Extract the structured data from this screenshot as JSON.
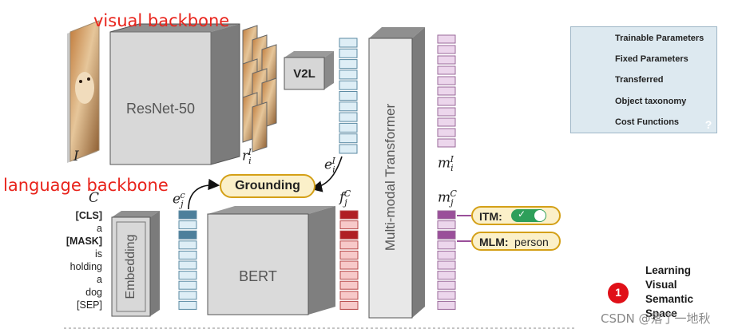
{
  "annotations": {
    "visual_backbone": "visual backbone",
    "language_backbone": "language backbone"
  },
  "labels": {
    "image": "I",
    "caption": "C",
    "resnet": "ResNet-50",
    "bert": "BERT",
    "embedding": "Embedding",
    "v2l": "V2L",
    "grounding": "Grounding",
    "transformer": "Multi-modal Transformer",
    "region_sym": "r",
    "region_sub": "i",
    "region_sup": "I",
    "ei_sym": "e",
    "ei_sub": "i",
    "ei_sup": "I",
    "ej_sym": "e",
    "ej_sub": "j",
    "ej_sup": "c",
    "fj_sym": "f",
    "fj_sub": "j",
    "fj_sup": "C",
    "mi_sym": "m",
    "mi_sub": "i",
    "mi_sup": "I",
    "mj_sym": "m",
    "mj_sub": "j",
    "mj_sup": "C"
  },
  "tokens": [
    "[CLS]",
    "a",
    "[MASK]",
    "is",
    "holding",
    "a",
    "dog",
    "[SEP]"
  ],
  "cost_functions": {
    "itm_label": "ITM:",
    "mlm_label": "MLM:",
    "mlm_value": "person"
  },
  "legend": {
    "items": [
      "Trainable Parameters",
      "Fixed Parameters",
      "Transferred",
      "Object taxonomy",
      "Cost Functions"
    ],
    "help": "?"
  },
  "step": {
    "number": "1",
    "lines": [
      "Learning",
      "Visual",
      "Semantic",
      "Space"
    ]
  },
  "watermark": "CSDN @落了一地秋",
  "colors": {
    "annotation": "#e8231b",
    "visual_cell": "#deeef6",
    "visual_cell_border": "#5b8aa3",
    "embed_cell_dark": "#4d7f9b",
    "text_cell_dark": "#b01f24",
    "text_cell_light": "#f7c9c9",
    "out_cell": "#ecd6ec",
    "out_cell_dark": "#9a4f9a",
    "pill_fill": "#fbf0c9",
    "pill_border": "#d4a017",
    "legend_bg": "#dde9f0",
    "toggle_on": "#2e9f5a",
    "step_badge": "#e01018"
  }
}
